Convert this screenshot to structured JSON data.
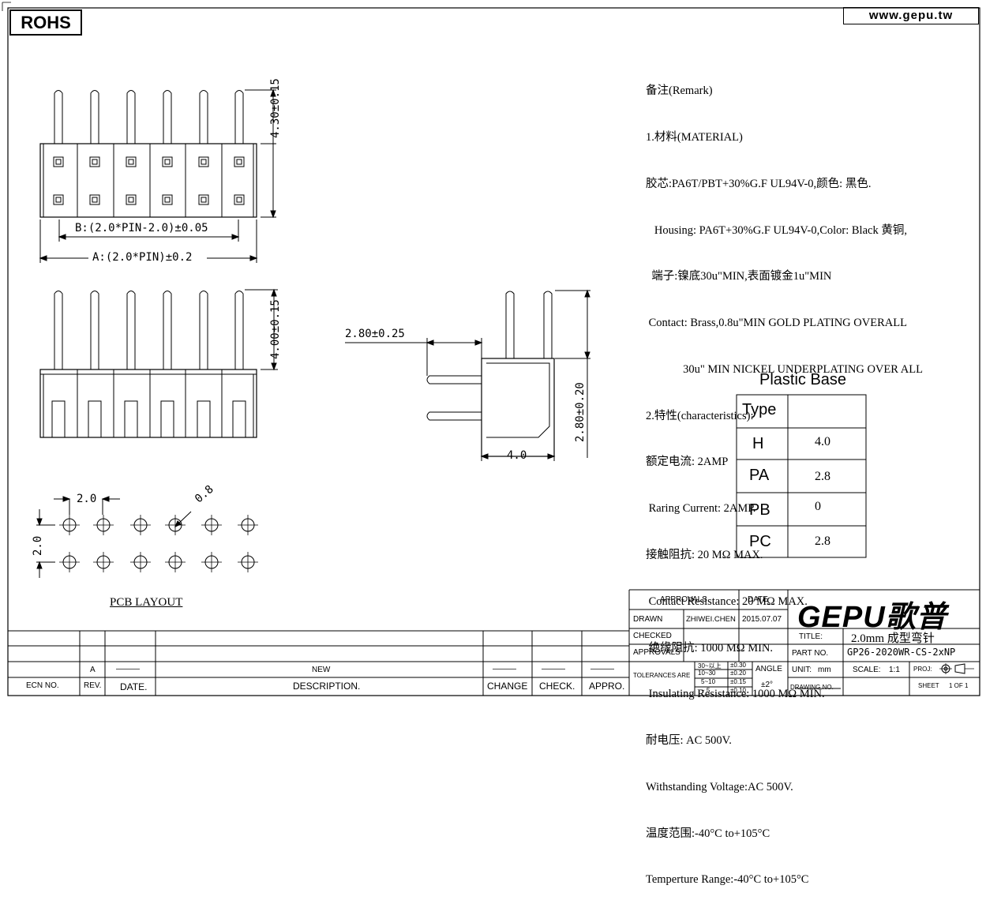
{
  "header": {
    "rohs": "ROHS",
    "website": "www.gepu.tw"
  },
  "remarks": [
    "备注(Remark)",
    "1.材料(MATERIAL)",
    "胶芯:PA6T/PBT+30%G.F UL94V-0,颜色: 黑色.",
    "   Housing: PA6T+30%G.F UL94V-0,Color: Black 黄铜,",
    "  端子:镍底30u\"MIN,表面镀金1u\"MIN",
    " Contact: Brass,0.8u\"MIN GOLD PLATING OVERALL",
    "             30u\" MIN NICKEL UNDERPLATING OVER ALL",
    "2.特性(characteristics):",
    "额定电流: 2AMP",
    " Raring Current: 2AMP.",
    "接触阻抗: 20 MΩ MAX.",
    " Contact Resistance: 20 MΩ MAX.",
    " 绝缘阻抗: 1000 MΩ MIN.",
    " Insulating Resistance: 1000 MΩ MIN.",
    "耐电压: AC 500V.",
    "Withstanding Voltage:AC 500V.",
    "温度范围:-40°C to+105°C",
    "Temperture Range:-40°C to+105°C"
  ],
  "dimensions": {
    "top_height": "4.30±0.15",
    "dim_b": "B:(2.0*PIN-2.0)±0.05",
    "dim_a": "A:(2.0*PIN)±0.2",
    "side_height": "4.00±0.15",
    "pin_ext": "2.80±0.25",
    "body_width": "4.0",
    "right_height": "2.80±0.20",
    "pcb_pitch_x": "2.0",
    "pcb_pitch_y": "2.0",
    "hole_dia": "0.8"
  },
  "pcb_layout_label": "PCB LAYOUT",
  "plastic_base": {
    "title": "Plastic Base",
    "header": "Type",
    "rows": [
      {
        "type": "H",
        "value": "4.0"
      },
      {
        "type": "PA",
        "value": "2.8"
      },
      {
        "type": "PB",
        "value": "0"
      },
      {
        "type": "PC",
        "value": "2.8"
      }
    ]
  },
  "title_block": {
    "approvals": "APPROVALS",
    "date": "DATE",
    "drawn": "DRAWN",
    "drawn_by": "ZHIWEI.CHEN",
    "drawn_date": "2015.07.07",
    "checked": "CHECKED",
    "approvals2": "APPROVALS",
    "tolerances": "TOLERANCES ARE",
    "tol_ranges": [
      "30~以上",
      "10~30",
      "5~10",
      "~ 5"
    ],
    "tol_values": [
      "±0.30",
      "±0.20",
      "±0.15",
      "±0.10"
    ],
    "angle": "ANGLE",
    "angle_tol": "±2°",
    "logo": "GEPU歌普",
    "title_label": "TITLE:",
    "title_value": "2.0mm 成型弯针",
    "part_label": "PART NO.",
    "part_value": "GP26-2020WR-CS-2xNP",
    "unit_label": "UNIT:",
    "unit_value": "mm",
    "scale_label": "SCALE:",
    "scale_value": "1:1",
    "proj_label": "PROJ:",
    "drawing_label": "DRAWING NO.",
    "sheet_label": "SHEET",
    "sheet_value": "1 OF 1"
  },
  "revision_block": {
    "ecn": "ECN NO.",
    "rev": "REV.",
    "rev_value": "A",
    "date": "DATE.",
    "date_value": "———",
    "new": "NEW",
    "description": "DESCRIPTION.",
    "change": "CHANGE",
    "check": "CHECK.",
    "appro": "APPRO.",
    "dash": "———"
  }
}
